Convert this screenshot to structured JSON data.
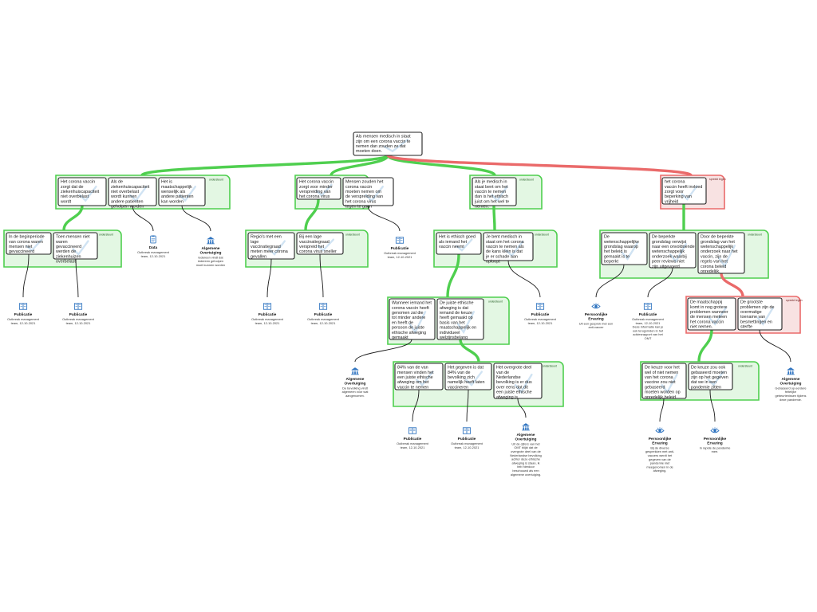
{
  "colors": {
    "support": "#4fcf4f",
    "support_fill": "#e3f7e3",
    "oppose": "#ea6a6a",
    "oppose_fill": "#f8e2e2",
    "icon": "#2f74c0",
    "line": "#1a1a1a",
    "box_border": "#222222"
  },
  "group_labels": {
    "support": "ondersteunt",
    "oppose": "spreekt tegen"
  },
  "claims": {
    "root": {
      "text": [
        "Als mensen medisch in staat",
        "zijn om een corona vaccin te",
        "nemen dan zouden ze dat",
        "moeten doen."
      ]
    },
    "a1": {
      "text": [
        "Het corona vaccin",
        "zorgt dat de",
        "ziekenhuiscapaciteit",
        "niet overbelast",
        "wordt"
      ]
    },
    "a2": {
      "text": [
        "Als de",
        "ziekenhuiscapaciteit",
        "niet overbelast",
        "wordt kunnen",
        "andere patienten",
        "geholpen worden"
      ]
    },
    "a3": {
      "text": [
        "Het is",
        "maatschappelijk",
        "wenselijk als",
        "andere patienten",
        "kan worden"
      ]
    },
    "a11": {
      "text": [
        "In de beginperiode",
        "van corona waren",
        "mensen niet",
        "gevaccineerd"
      ]
    },
    "a12": {
      "text": [
        "Toen mensen niet",
        "waren",
        "gevaccineerd",
        "werden de",
        "ziekenhuizen",
        "overbelast"
      ]
    },
    "b1": {
      "text": [
        "Het corona vaccin",
        "zorgt voor minder",
        "verspreiding van",
        "het corona virus"
      ]
    },
    "b2": {
      "text": [
        "Mensen zouden het",
        "corona vaccin",
        "moeten nemen om",
        "de verspreiding van",
        "het corona virus",
        "tegen te gaan"
      ]
    },
    "b11": {
      "text": [
        "Regio's met een",
        "lage",
        "vaccinatiegraad",
        "meten meer corona",
        "gevallen"
      ]
    },
    "b12": {
      "text": [
        "Bij een lage",
        "vaccinatiegraad",
        "verspreid het",
        "corona virus sneller"
      ]
    },
    "c1": {
      "text": [
        "Als je medisch in",
        "staat bent om het",
        "vaccin te nemen",
        "dan is het ethisch",
        "juist om het wel te",
        "nemen."
      ]
    },
    "c11": {
      "text": [
        "Het is ethisch goed",
        "als iemand het",
        "vaccin neemt"
      ]
    },
    "c12": {
      "text": [
        "Je bent medisch in",
        "staat om het corona",
        "vaccin te nemen als",
        "de kans klein is dat",
        "je er schade aan",
        "oploopt"
      ]
    },
    "c111": {
      "text": [
        "Wanneer iemand het",
        "corona vaccin heeft",
        "genomen zal die",
        "tot minder andere",
        "en heeft de",
        "persoon de juiste",
        "ethische afweging",
        "gemaakt"
      ]
    },
    "c112": {
      "text": [
        "De juiste ethische",
        "afweging is dat",
        "iemand de keuze",
        "heeft gemaakt op",
        "basis van het",
        "maatschappelijk en",
        "individueel",
        "welzijnsbelang"
      ]
    },
    "c1121": {
      "text": [
        "84% van de van",
        "mensen vinden het",
        "een juiste ethische",
        "afweging om het",
        "vaccin te nemen"
      ]
    },
    "c1122": {
      "text": [
        "Het gegeven is dat",
        "84% van de",
        "bevolking zich",
        "namelijk heeft laten",
        "vaccineren"
      ]
    },
    "c1123": {
      "text": [
        "Het overgrote deel",
        "van de",
        "Nederlandse",
        "bevolking is er dus",
        "over eens dat dit",
        "een juiste ethische",
        "afweging is"
      ]
    },
    "d1": {
      "text": [
        "het corona",
        "vaccin heeft invloed",
        "zorgt voor",
        "beperking van",
        "vrijheid"
      ]
    },
    "d11": {
      "text": [
        "De",
        "wetenschappelijke",
        "grondslag waarop",
        "het beleid is",
        "gemaakt is te",
        "beperkt"
      ]
    },
    "d12": {
      "text": [
        "De beperkte",
        "grondslag verwijst",
        "naar een onvoldoende",
        "wetenschappelijk",
        "onderzoek waarbij",
        "peer reviews niet",
        "zijn uitgevoerd"
      ]
    },
    "d13": {
      "text": [
        "Door de beperkte",
        "grondslag van het",
        "wetenschappelijk",
        "onderzoek naar het",
        "vaccin, zijn de",
        "regels van het",
        "corona beleid",
        "onredelijk."
      ]
    },
    "d131": {
      "text": [
        "De maatschappij",
        "komt in nog grotere",
        "problemen wanneer",
        "de mensen meteen",
        "het corona vaccin",
        "niet nemen."
      ]
    },
    "d132": {
      "text": [
        "De grootste",
        "problemen zijn de",
        "overmatige",
        "toename van",
        "besmettingen en",
        "sterfte"
      ]
    },
    "d1311": {
      "text": [
        "De keuze voor het",
        "wel of niet nemen",
        "van het corona",
        "vaccine zou niet",
        "gebaseerd",
        "moeten worden op",
        "onredelijk beleid."
      ]
    },
    "d1312": {
      "text": [
        "De keuze zou ook",
        "gebaseerd moeten",
        "zijn op het gegeven",
        "dat we in een",
        "pandemie zitten"
      ]
    }
  },
  "sources": {
    "s_a11": {
      "title": "Publicatie",
      "desc": [
        "Outbreak management",
        "team, 12-10-2021"
      ]
    },
    "s_a12": {
      "title": "Publicatie",
      "desc": [
        "Outbreak management",
        "team, 12-10-2021"
      ]
    },
    "s_a2": {
      "title": "Data",
      "desc": [
        "Outbreak management",
        "team, 12-10-2021"
      ]
    },
    "s_a3": {
      "title": "Algemene Overtuiging",
      "desc": [
        "Iedereen vindt dat",
        "iedereen geholpen",
        "moet kunnen worden"
      ]
    },
    "s_b11": {
      "title": "Publicatie",
      "desc": [
        "Outbreak management",
        "team, 12-10-2021"
      ]
    },
    "s_b12": {
      "title": "Publicatie",
      "desc": [
        "Outbreak management",
        "team, 12-10-2021"
      ]
    },
    "s_b2": {
      "title": "Publicatie",
      "desc": [
        "Outbreak management",
        "team, 12-10-2021"
      ]
    },
    "s_c12": {
      "title": "Publicatie",
      "desc": [
        "Outbreak management",
        "team, 12-10-2021"
      ]
    },
    "s_c111": {
      "title": "Algemene Overtuiging",
      "desc": [
        "De bevolking vindt",
        "algemeen voor wat",
        "aangenomen."
      ]
    },
    "s_c1121": {
      "title": "Publicatie",
      "desc": [
        "Outbreak management",
        "team, 12-10-2021"
      ]
    },
    "s_c1122": {
      "title": "Publicatie",
      "desc": [
        "Outbreak management",
        "team, 12-10-2021"
      ]
    },
    "s_c1123": {
      "title": "Algemene Overtuiging",
      "desc": [
        "Uit de cijfers van het",
        "OMT blijkt dat de",
        "overgrote deel van de",
        "Nederlandse bevolking",
        "achter deze ethische",
        "afweging is staan, ik",
        "heb hierdoor",
        "beschouwd als een",
        "algemene overtuiging."
      ]
    },
    "s_d11": {
      "title": "Persoonlijke Ervaring",
      "desc": [
        "Uit een gesprek met een",
        "anti-vaccer"
      ]
    },
    "s_d12": {
      "title": "Publicatie",
      "desc": [
        "Outbreak management",
        "team, 12-10-2021",
        "Deze informatie kan je",
        "ook terugvinden in het",
        "adviesrapport van het",
        "OMT"
      ]
    },
    "s_d1311": {
      "title": "Persoonlijke Ervaring",
      "desc": [
        "Bij de diverse",
        "gesprekken met anti-",
        "vaccers werdt het",
        "gegeven van de",
        "pandemie niet",
        "meegenomen in de",
        "afweging."
      ]
    },
    "s_d1312": {
      "title": "Persoonlijke Ervaring",
      "desc": [
        "In rapide de pandemie",
        "mee."
      ]
    },
    "s_d132": {
      "title": "Algemene Overtuiging",
      "desc": [
        "Gebaseerd op eerdere",
        "feitelijke",
        "gebeurtenissen tijdens",
        "deze pandemie."
      ]
    }
  }
}
